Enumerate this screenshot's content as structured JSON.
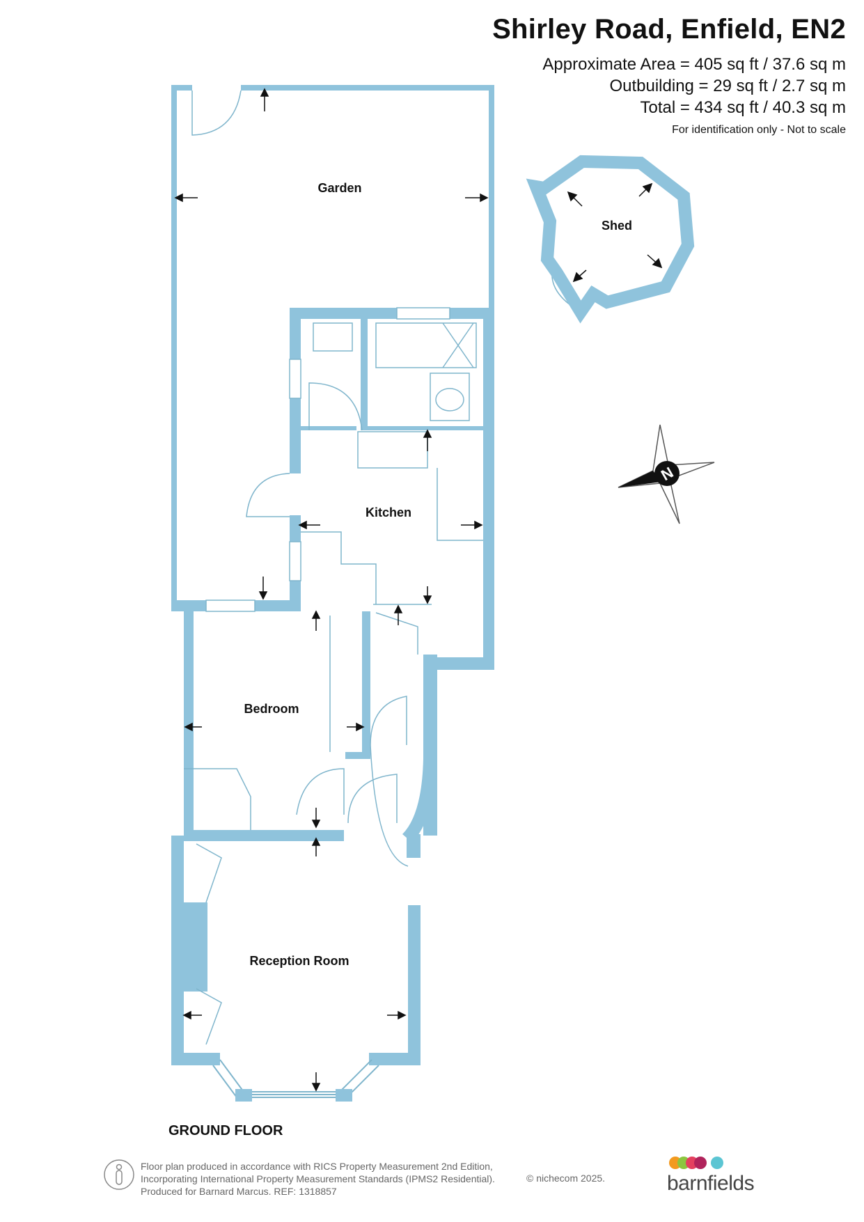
{
  "header": {
    "title": "Shirley Road, Enfield, EN2",
    "approximate_area": "Approximate Area = 405 sq ft / 37.6 sq m",
    "outbuilding": "Outbuilding = 29 sq ft / 2.7 sq m",
    "total": "Total = 434 sq ft / 40.3 sq m",
    "note": "For identification only - Not to scale"
  },
  "rooms": {
    "garden": "Garden",
    "shed": "Shed",
    "kitchen": "Kitchen",
    "bedroom": "Bedroom",
    "reception": "Reception Room"
  },
  "compass": {
    "north_label": "N"
  },
  "floor_label": "GROUND FLOOR",
  "footer": {
    "line1": "Floor plan produced in accordance with RICS Property Measurement 2nd Edition,",
    "line2": "Incorporating International Property Measurement Standards (IPMS2 Residential).",
    "line3": "Produced for Barnard Marcus.   REF:  1318857",
    "copyright": "© nichecom 2025.",
    "brand": "barnfields"
  },
  "colors": {
    "wall": "#8fc3dc",
    "line": "#7fb5cc",
    "dot1": "#f39a1f",
    "dot2": "#8cc63f",
    "dot3": "#e4405f",
    "dot4": "#b0235b",
    "dot5": "#5bc5d3"
  }
}
